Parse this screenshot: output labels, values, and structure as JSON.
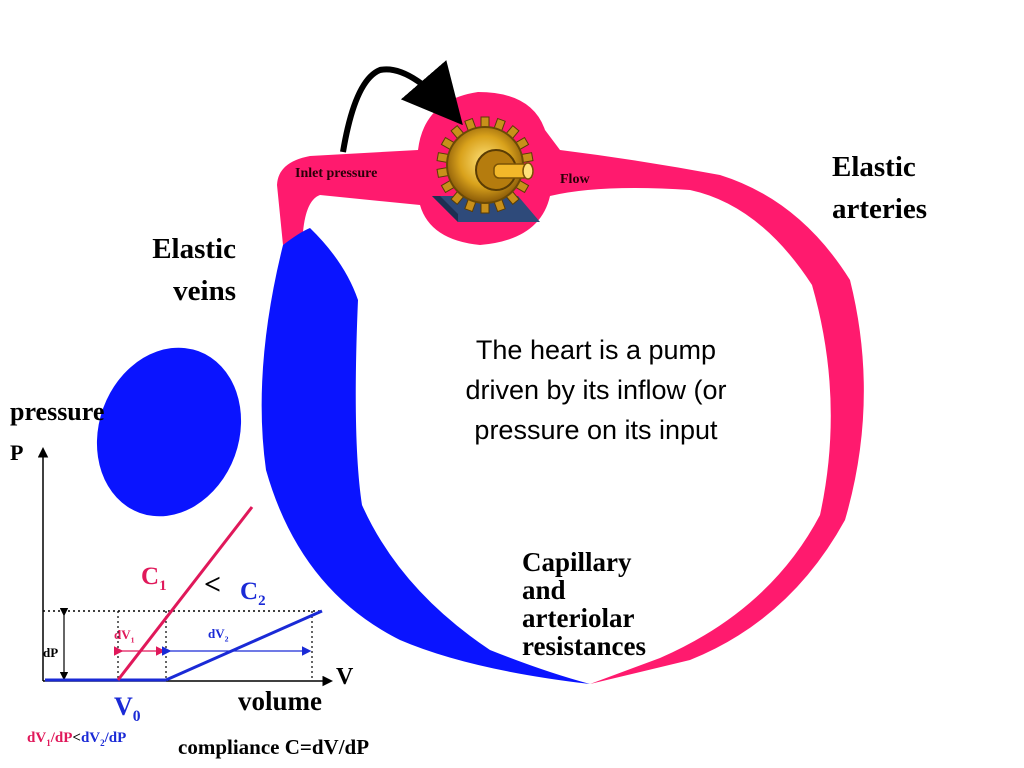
{
  "labels": {
    "inlet_pressure": "Inlet pressure",
    "flow": "Flow",
    "elastic_arteries_1": "Elastic",
    "elastic_arteries_2": "arteries",
    "elastic_veins_1": "Elastic",
    "elastic_veins_2": "veins",
    "heart_note": "The heart is a pump driven by its inflow (or pressure on its input",
    "capillary_1": "Capillary",
    "capillary_2": "and",
    "capillary_3": "arteriolar",
    "capillary_4": "resistances"
  },
  "graph": {
    "y_axis_word": "pressure",
    "y_axis_symbol": "P",
    "x_axis_symbol": "V",
    "x_axis_word": "volume",
    "c1_base": "C",
    "c1_sub": "1",
    "less_than": "<",
    "c2_base": "C",
    "c2_sub": "2",
    "dv1_base": "dV",
    "dv1_sub": "1",
    "dv2_base": "dV",
    "dv2_sub": "2",
    "dp": "dP",
    "v0_base": "V",
    "v0_sub": "0",
    "ratio_left_base": "dV",
    "ratio_left_sub": "1",
    "ratio_left_tail": "/dP",
    "ratio_lt": "<",
    "ratio_right_base": "dV",
    "ratio_right_sub": "2",
    "ratio_right_tail": "/dP",
    "compliance": "compliance C=dV/dP"
  },
  "colors": {
    "artery": "#ff1a6e",
    "vein": "#0a14ff",
    "c1_line": "#e0185a",
    "c2_line": "#1a2ad6",
    "dim_red": "#e0185a",
    "dim_blue": "#1a2ad6",
    "pump_gold": "#d9a21c",
    "pump_base": "#2e4a7a"
  }
}
